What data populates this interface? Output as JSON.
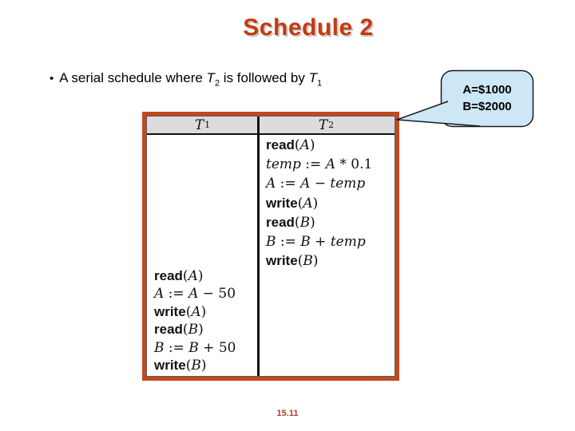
{
  "slide": {
    "title": "Schedule 2",
    "page_number": "15.11",
    "colors": {
      "title": "#c23b11",
      "table_border": "#c2491d",
      "header_bg": "#dcdcdc",
      "callout_fill": "#cde7f7",
      "callout_border": "#1a1a1a",
      "page_number": "#9a4a22"
    }
  },
  "bullet": {
    "marker": "•",
    "segments": [
      {
        "t": "A serial schedule where ",
        "s": "plain"
      },
      {
        "t": "T",
        "s": "var"
      },
      {
        "t": "2",
        "s": "sub"
      },
      {
        "t": " is followed by ",
        "s": "plain"
      },
      {
        "t": "T",
        "s": "var"
      },
      {
        "t": "1",
        "s": "sub"
      }
    ]
  },
  "callout": {
    "lines": [
      "A=$1000",
      "B=$2000"
    ]
  },
  "schedule_table": {
    "columns": [
      {
        "name": "T",
        "sub": "1"
      },
      {
        "name": "T",
        "sub": "2"
      }
    ],
    "t2_ops": [
      [
        {
          "t": "read",
          "s": "kw"
        },
        {
          "t": "(",
          "s": "op"
        },
        {
          "t": "A",
          "s": "var"
        },
        {
          "t": ")",
          "s": "op"
        }
      ],
      [
        {
          "t": "temp",
          "s": "var"
        },
        {
          "t": " := ",
          "s": "op"
        },
        {
          "t": "A",
          "s": "var"
        },
        {
          "t": " * 0.1",
          "s": "op"
        }
      ],
      [
        {
          "t": "A",
          "s": "var"
        },
        {
          "t": " := ",
          "s": "op"
        },
        {
          "t": "A",
          "s": "var"
        },
        {
          "t": " − ",
          "s": "op"
        },
        {
          "t": "temp",
          "s": "var"
        }
      ],
      [
        {
          "t": "write",
          "s": "kw"
        },
        {
          "t": "(",
          "s": "op"
        },
        {
          "t": "A",
          "s": "var"
        },
        {
          "t": ")",
          "s": "op"
        }
      ],
      [
        {
          "t": "read",
          "s": "kw"
        },
        {
          "t": "(",
          "s": "op"
        },
        {
          "t": "B",
          "s": "var"
        },
        {
          "t": ")",
          "s": "op"
        }
      ],
      [
        {
          "t": "B",
          "s": "var"
        },
        {
          "t": " := ",
          "s": "op"
        },
        {
          "t": "B",
          "s": "var"
        },
        {
          "t": " + ",
          "s": "op"
        },
        {
          "t": "temp",
          "s": "var"
        }
      ],
      [
        {
          "t": "write",
          "s": "kw"
        },
        {
          "t": "(",
          "s": "op"
        },
        {
          "t": "B",
          "s": "var"
        },
        {
          "t": ")",
          "s": "op"
        }
      ]
    ],
    "t1_ops": [
      [
        {
          "t": "read",
          "s": "kw"
        },
        {
          "t": "(",
          "s": "op"
        },
        {
          "t": "A",
          "s": "var"
        },
        {
          "t": ")",
          "s": "op"
        }
      ],
      [
        {
          "t": "A",
          "s": "var"
        },
        {
          "t": " := ",
          "s": "op"
        },
        {
          "t": "A",
          "s": "var"
        },
        {
          "t": " − ",
          "s": "op"
        },
        {
          "t": "50",
          "s": "op"
        }
      ],
      [
        {
          "t": "write",
          "s": "kw"
        },
        {
          "t": "(",
          "s": "op"
        },
        {
          "t": "A",
          "s": "var"
        },
        {
          "t": ")",
          "s": "op"
        }
      ],
      [
        {
          "t": "read",
          "s": "kw"
        },
        {
          "t": "(",
          "s": "op"
        },
        {
          "t": "B",
          "s": "var"
        },
        {
          "t": ")",
          "s": "op"
        }
      ],
      [
        {
          "t": "B",
          "s": "var"
        },
        {
          "t": " := ",
          "s": "op"
        },
        {
          "t": "B",
          "s": "var"
        },
        {
          "t": " + ",
          "s": "op"
        },
        {
          "t": "50",
          "s": "op"
        }
      ],
      [
        {
          "t": "write",
          "s": "kw"
        },
        {
          "t": "(",
          "s": "op"
        },
        {
          "t": "B",
          "s": "var"
        },
        {
          "t": ")",
          "s": "op"
        }
      ]
    ]
  }
}
